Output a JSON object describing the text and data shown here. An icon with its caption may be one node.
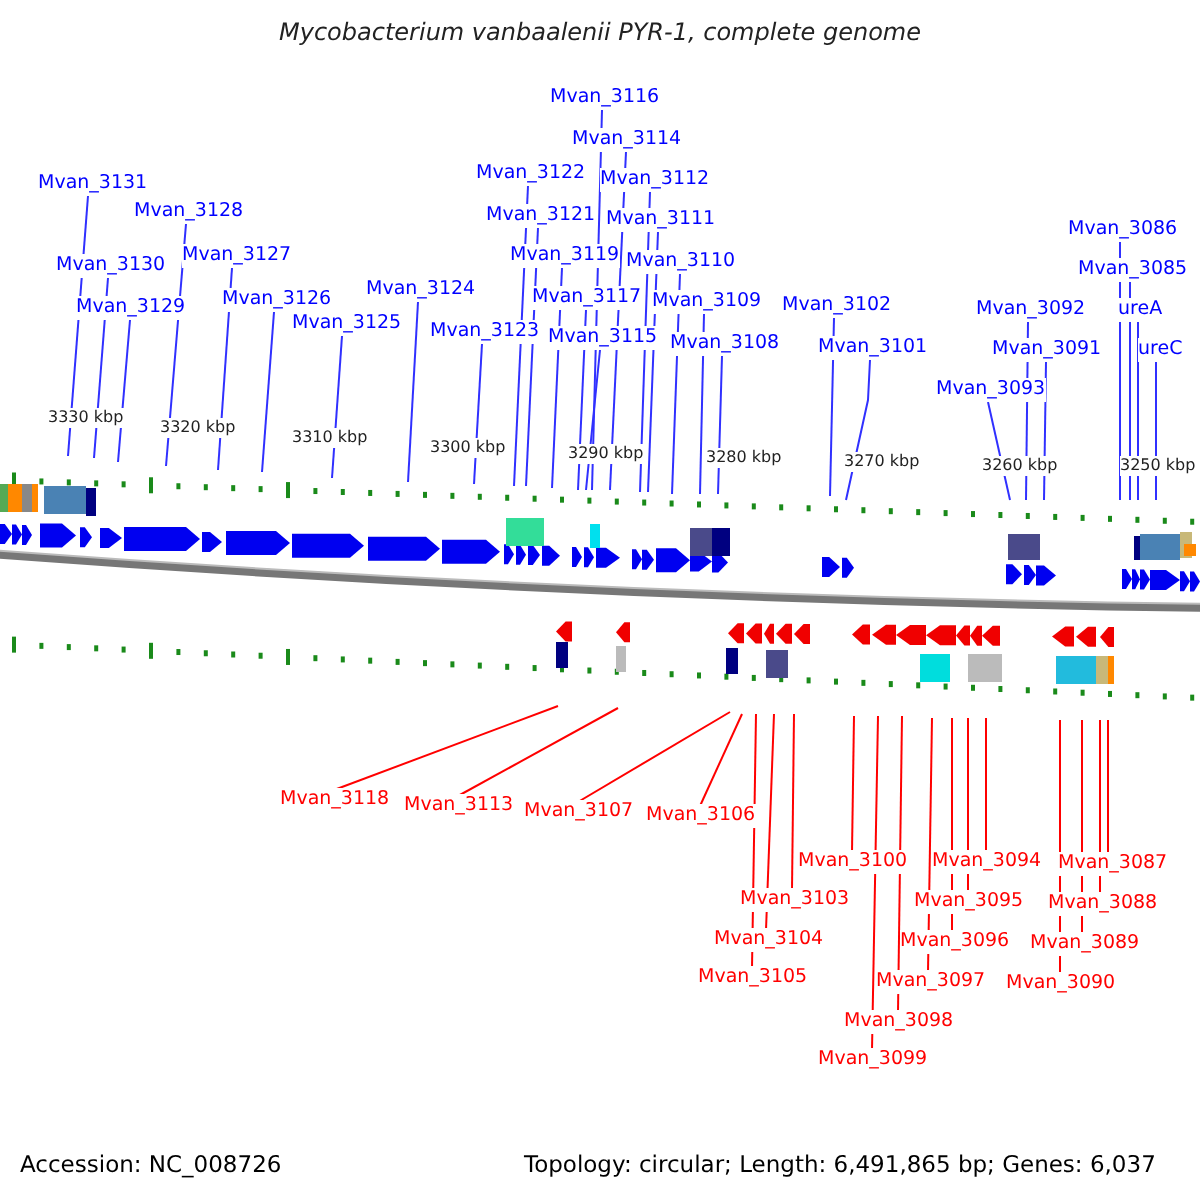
{
  "diagram": {
    "title": "Mycobacterium vanbaalenii PYR-1, complete genome",
    "nodes": [
      {
        "text": [
          "Mvan_3131"
        ]
      },
      {
        "text": [
          "Mvan_3130"
        ]
      },
      {
        "text": [
          "Mvan_3129"
        ]
      },
      {
        "text": [
          "Mvan_3128"
        ]
      },
      {
        "text": [
          "Mvan_3127"
        ]
      },
      {
        "text": [
          "Mvan_3126"
        ]
      },
      {
        "text": [
          "Mvan_3125"
        ]
      },
      {
        "text": [
          "Mvan_3124"
        ]
      },
      {
        "text": [
          "Mvan_3123"
        ]
      },
      {
        "text": [
          "Mvan_3122"
        ]
      },
      {
        "text": [
          "Mvan_3121"
        ]
      },
      {
        "text": [
          "Mvan_3119"
        ]
      },
      {
        "text": [
          "Mvan_3117"
        ]
      },
      {
        "text": [
          "Mvan_3115"
        ]
      },
      {
        "text": [
          "Mvan_3116"
        ]
      },
      {
        "text": [
          "Mvan_3114"
        ]
      },
      {
        "text": [
          "Mvan_3112"
        ]
      },
      {
        "text": [
          "Mvan_3111"
        ]
      },
      {
        "text": [
          "Mvan_3110"
        ]
      },
      {
        "text": [
          "Mvan_3109"
        ]
      },
      {
        "text": [
          "Mvan_3108"
        ]
      },
      {
        "text": [
          "Mvan_3102"
        ]
      },
      {
        "text": [
          "Mvan_3101"
        ]
      },
      {
        "text": [
          "Mvan_3093"
        ]
      },
      {
        "text": [
          "Mvan_3092"
        ]
      },
      {
        "text": [
          "Mvan_3091"
        ]
      },
      {
        "text": [
          "Mvan_3086"
        ]
      },
      {
        "text": [
          "Mvan_3085"
        ]
      },
      {
        "text": [
          "ureA"
        ]
      },
      {
        "text": [
          "ureC"
        ]
      },
      {
        "text": [
          "Mvan_3118"
        ]
      },
      {
        "text": [
          "Mvan_3113"
        ]
      },
      {
        "text": [
          "Mvan_3107"
        ]
      },
      {
        "text": [
          "Mvan_3106"
        ]
      },
      {
        "text": [
          "Mvan_3100"
        ]
      },
      {
        "text": [
          "Mvan_3103"
        ]
      },
      {
        "text": [
          "Mvan_3104"
        ]
      },
      {
        "text": [
          "Mvan_3105"
        ]
      },
      {
        "text": [
          "Mvan_3099"
        ]
      },
      {
        "text": [
          "Mvan_3098"
        ]
      },
      {
        "text": [
          "Mvan_3097"
        ]
      },
      {
        "text": [
          "Mvan_3096"
        ]
      },
      {
        "text": [
          "Mvan_3095"
        ]
      },
      {
        "text": [
          "Mvan_3094"
        ]
      },
      {
        "text": [
          "Mvan_3090"
        ]
      },
      {
        "text": [
          "Mvan_3089"
        ]
      },
      {
        "text": [
          "Mvan_3088"
        ]
      },
      {
        "text": [
          "Mvan_3087"
        ]
      }
    ],
    "edges": [
      {
        "from": 0,
        "to": null,
        "arrow": "none"
      },
      {
        "from": 1,
        "to": null,
        "arrow": "none"
      },
      {
        "from": 2,
        "to": null,
        "arrow": "none"
      },
      {
        "from": 3,
        "to": null,
        "arrow": "none"
      },
      {
        "from": 4,
        "to": null,
        "arrow": "none"
      },
      {
        "from": 5,
        "to": null,
        "arrow": "none"
      },
      {
        "from": 6,
        "to": null,
        "arrow": "none"
      },
      {
        "from": 7,
        "to": null,
        "arrow": "none"
      },
      {
        "from": 8,
        "to": null,
        "arrow": "none"
      },
      {
        "from": 9,
        "to": null,
        "arrow": "none"
      },
      {
        "from": 10,
        "to": null,
        "arrow": "none"
      },
      {
        "from": 11,
        "to": null,
        "arrow": "none"
      },
      {
        "from": 12,
        "to": null,
        "arrow": "none"
      },
      {
        "from": 13,
        "to": null,
        "arrow": "none"
      },
      {
        "from": 14,
        "to": null,
        "arrow": "none"
      },
      {
        "from": 15,
        "to": null,
        "arrow": "none"
      },
      {
        "from": 16,
        "to": null,
        "arrow": "none"
      },
      {
        "from": 17,
        "to": null,
        "arrow": "none"
      },
      {
        "from": 18,
        "to": null,
        "arrow": "none"
      },
      {
        "from": 19,
        "to": null,
        "arrow": "none"
      },
      {
        "from": 20,
        "to": null,
        "arrow": "none"
      },
      {
        "from": 21,
        "to": null,
        "arrow": "none"
      },
      {
        "from": 22,
        "to": null,
        "arrow": "none"
      },
      {
        "from": 23,
        "to": null,
        "arrow": "none"
      },
      {
        "from": 24,
        "to": null,
        "arrow": "none"
      },
      {
        "from": 25,
        "to": null,
        "arrow": "none"
      },
      {
        "from": 26,
        "to": null,
        "arrow": "none"
      },
      {
        "from": 27,
        "to": null,
        "arrow": "none"
      },
      {
        "from": 28,
        "to": null,
        "arrow": "none"
      },
      {
        "from": 29,
        "to": null,
        "arrow": "none"
      },
      {
        "from": 30,
        "to": null,
        "arrow": "none",
        "color": "#ff0000"
      },
      {
        "from": 31,
        "to": null,
        "arrow": "none",
        "color": "#ff0000"
      },
      {
        "from": 32,
        "to": null,
        "arrow": "none",
        "color": "#ff0000"
      },
      {
        "from": 33,
        "to": null,
        "arrow": "none",
        "color": "#ff0000"
      },
      {
        "from": 34,
        "to": null,
        "arrow": "none",
        "color": "#ff0000"
      },
      {
        "from": 35,
        "to": null,
        "arrow": "none",
        "color": "#ff0000"
      },
      {
        "from": 36,
        "to": null,
        "arrow": "none",
        "color": "#ff0000"
      },
      {
        "from": 37,
        "to": null,
        "arrow": "none",
        "color": "#ff0000"
      },
      {
        "from": 38,
        "to": null,
        "arrow": "none",
        "color": "#ff0000"
      },
      {
        "from": 39,
        "to": null,
        "arrow": "none",
        "color": "#ff0000"
      },
      {
        "from": 40,
        "to": null,
        "arrow": "none",
        "color": "#ff0000"
      },
      {
        "from": 41,
        "to": null,
        "arrow": "none",
        "color": "#ff0000"
      },
      {
        "from": 42,
        "to": null,
        "arrow": "none",
        "color": "#ff0000"
      },
      {
        "from": 43,
        "to": null,
        "arrow": "none",
        "color": "#ff0000"
      },
      {
        "from": 44,
        "to": null,
        "arrow": "none",
        "color": "#ff0000"
      },
      {
        "from": 45,
        "to": null,
        "arrow": "none",
        "color": "#ff0000"
      },
      {
        "from": 46,
        "to": null,
        "arrow": "none",
        "color": "#ff0000"
      },
      {
        "from": 47,
        "to": null,
        "arrow": "none",
        "color": "#ff0000"
      }
    ],
    "labels": [
      "3330 kbp",
      "3320 kbp",
      "3310 kbp",
      "3300 kbp",
      "3290 kbp",
      "3280 kbp",
      "3270 kbp",
      "3260 kbp",
      "3250 kbp",
      "Accession: NC_008726",
      "Topology: circular; Length: 6,491,865 bp; Genes: 6,037"
    ]
  }
}
